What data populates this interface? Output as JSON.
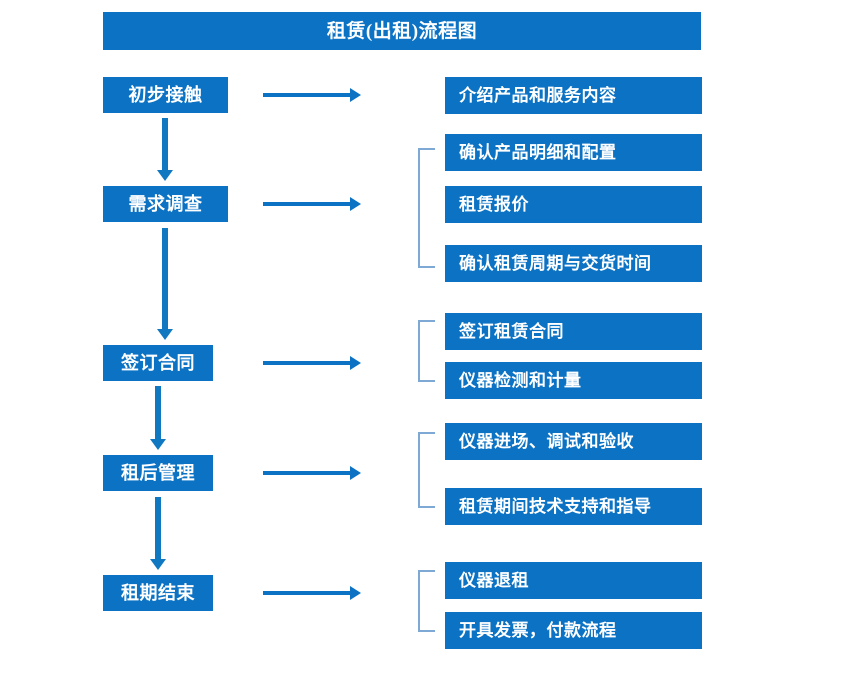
{
  "diagram": {
    "title": "租赁(出租)流程图",
    "theme": {
      "box_fill": "#0b72c4",
      "box_text": "#ffffff",
      "arrow": "#0b72c4",
      "bracket": "#7ea9d4",
      "background": "#ffffff"
    },
    "stages": [
      {
        "label": "初步接触"
      },
      {
        "label": "需求调查"
      },
      {
        "label": "签订合同"
      },
      {
        "label": "租后管理"
      },
      {
        "label": "租期结束"
      }
    ],
    "details": [
      {
        "label": "介绍产品和服务内容"
      },
      {
        "label": "确认产品明细和配置"
      },
      {
        "label": "租赁报价"
      },
      {
        "label": "确认租赁周期与交货时间"
      },
      {
        "label": "签订租赁合同"
      },
      {
        "label": "仪器检测和计量"
      },
      {
        "label": "仪器进场、调试和验收"
      },
      {
        "label": "租赁期间技术支持和指导"
      },
      {
        "label": "仪器退租"
      },
      {
        "label": "开具发票，付款流程"
      }
    ]
  }
}
